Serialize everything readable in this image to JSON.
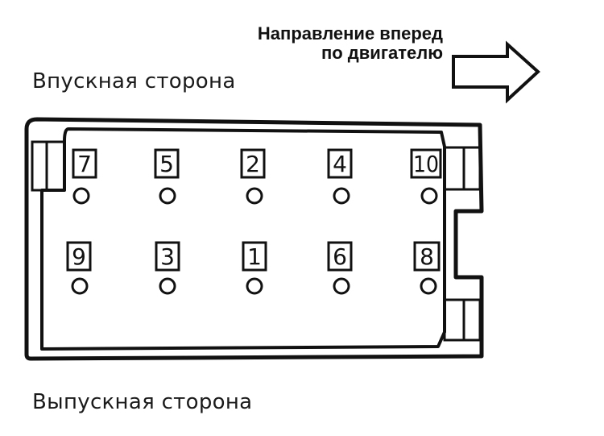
{
  "direction": {
    "line1": "Направление вперед",
    "line2": "по двигателю"
  },
  "intake_side": "Впускная сторона",
  "exhaust_side": "Выпускная сторона",
  "bolts": {
    "top_row": [
      "7",
      "5",
      "2",
      "4",
      "10"
    ],
    "bottom_row": [
      "9",
      "3",
      "1",
      "6",
      "8"
    ]
  },
  "colors": {
    "line": "#111111",
    "background": "#ffffff"
  }
}
